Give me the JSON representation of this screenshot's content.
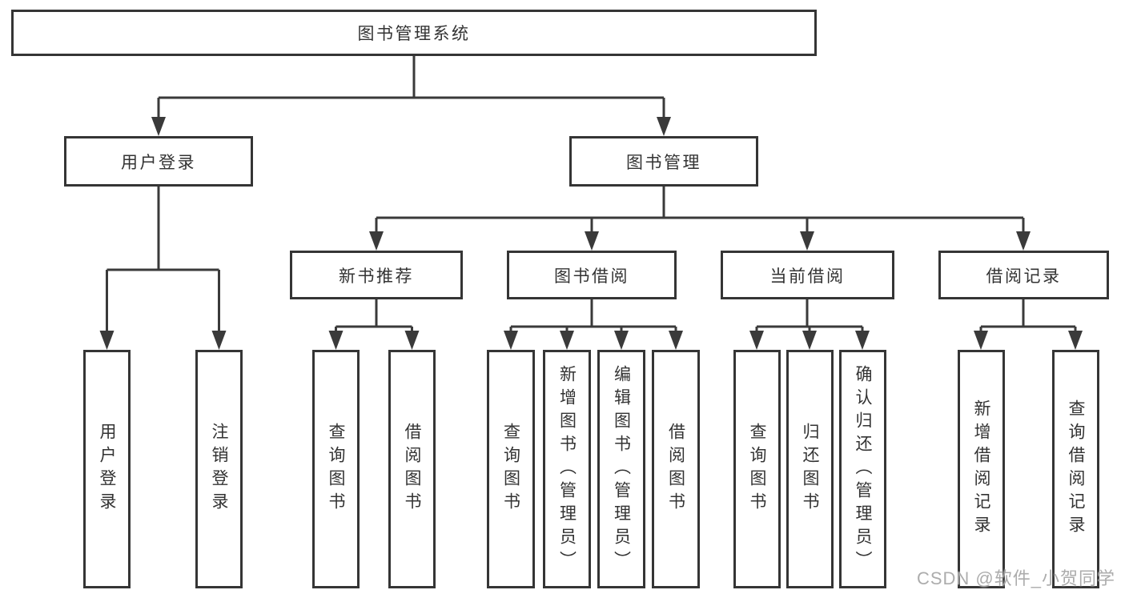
{
  "diagram": {
    "title": "图书管理系统",
    "watermark": "CSDN @软件_小贺同学",
    "colors": {
      "line": "#3a3a3a",
      "box_border": "#353535",
      "text": "#333333",
      "watermark": "#9e9e9e",
      "background": "#ffffff"
    },
    "tree": {
      "label": "图书管理系统",
      "children": [
        {
          "label": "用户登录",
          "children": [
            {
              "label": "用户登录"
            },
            {
              "label": "注销登录"
            }
          ]
        },
        {
          "label": "图书管理",
          "children": [
            {
              "label": "新书推荐",
              "children": [
                {
                  "label": "查询图书"
                },
                {
                  "label": "借阅图书"
                }
              ]
            },
            {
              "label": "图书借阅",
              "children": [
                {
                  "label": "查询图书"
                },
                {
                  "label": "新增图书（管理员）"
                },
                {
                  "label": "编辑图书（管理员）"
                },
                {
                  "label": "借阅图书"
                }
              ]
            },
            {
              "label": "当前借阅",
              "children": [
                {
                  "label": "查询图书"
                },
                {
                  "label": "归还图书"
                },
                {
                  "label": "确认归还（管理员）"
                }
              ]
            },
            {
              "label": "借阅记录",
              "children": [
                {
                  "label": "新增借阅记录"
                },
                {
                  "label": "查询借阅记录"
                }
              ]
            }
          ]
        }
      ]
    }
  }
}
